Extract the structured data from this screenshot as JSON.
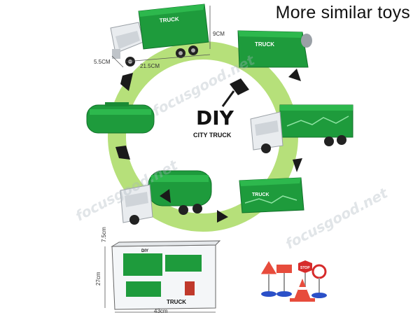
{
  "headline": "More similar toys",
  "center_title": "DIY",
  "center_subtitle": "CITY TRUCK",
  "truck_label": "TRUCK",
  "dimensions": {
    "length": "21.5CM",
    "width": "5.5CM",
    "height": "9CM",
    "box_depth": "7.5cm",
    "box_height": "27cm",
    "box_width": "43cm"
  },
  "watermark": "focusgood.net",
  "box_brand": "TRUCK",
  "box_title": "DIY",
  "sign_text": "STOP",
  "colors": {
    "truck_green": "#1e9b3c",
    "ring_green": "#b6e07a",
    "arrow": "#1a1a1a"
  },
  "icons": [
    "arrow-icon",
    "screwdriver-icon",
    "traffic-sign-icon",
    "traffic-cone-icon"
  ]
}
